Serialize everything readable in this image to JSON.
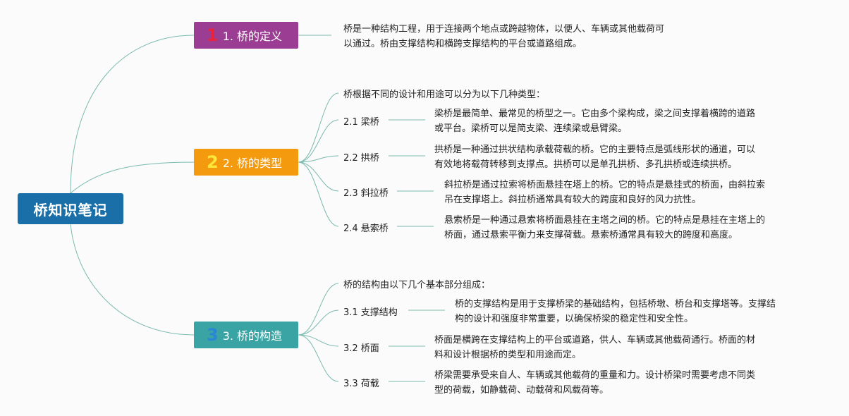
{
  "root": {
    "title": "桥知识笔记"
  },
  "branches": [
    {
      "num": "1",
      "label": "1. 桥的定义",
      "desc_lines": [
        "桥是一种结构工程，用于连接两个地点或跨越物体，以便人、车辆或其他载荷可",
        "以通过。桥由支撑结构和横跨支撑结构的平台或道路组成。"
      ]
    },
    {
      "num": "2",
      "label": "2. 桥的类型",
      "intro": "桥根据不同的设计和用途可以分为以下几种类型：",
      "items": [
        {
          "label": "2.1 梁桥",
          "lines": [
            "梁桥是最简单、最常见的桥型之一。它由多个梁构成，梁之间支撑着横跨的道路",
            "或平台。梁桥可以是简支梁、连续梁或悬臂梁。"
          ]
        },
        {
          "label": "2.2 拱桥",
          "lines": [
            "拱桥是一种通过拱状结构承载荷载的桥。它的主要特点是弧线形状的通道，可以",
            "有效地将载荷转移到支撑点。拱桥可以是单孔拱桥、多孔拱桥或连续拱桥。"
          ]
        },
        {
          "label": "2.3 斜拉桥",
          "lines": [
            "斜拉桥是通过拉索将桥面悬挂在塔上的桥。它的特点是悬挂式的桥面，由斜拉索",
            "吊在支撑塔上。斜拉桥通常具有较大的跨度和良好的风力抗性。"
          ]
        },
        {
          "label": "2.4 悬索桥",
          "lines": [
            "悬索桥是一种通过悬索将桥面悬挂在主塔之间的桥。它的特点是悬挂在主塔上的",
            "桥面，通过悬索平衡力来支撑荷载。悬索桥通常具有较大的跨度和高度。"
          ]
        }
      ]
    },
    {
      "num": "3",
      "label": "3. 桥的构造",
      "intro": "桥的结构由以下几个基本部分组成：",
      "items": [
        {
          "label": "3.1 支撑结构",
          "lines": [
            "桥的支撑结构是用于支撑桥梁的基础结构，包括桥墩、桥台和支撑塔等。支撑结",
            "构的设计和强度非常重要，以确保桥梁的稳定性和安全性。"
          ]
        },
        {
          "label": "3.2 桥面",
          "lines": [
            "桥面是横跨在支撑结构上的平台或道路，供人、车辆或其他载荷通行。桥面的材",
            "料和设计根据桥的类型和用途而定。"
          ]
        },
        {
          "label": "3.3 荷载",
          "lines": [
            "桥梁需要承受来自人、车辆或其他载荷的重量和力。设计桥梁时需要考虑不同类",
            "型的荷载，如静载荷、动载荷和风载荷等。"
          ]
        }
      ]
    }
  ],
  "colors": {
    "root": "#1a6fa8",
    "b1": "#9b3e93",
    "b2": "#f39a0f",
    "b3": "#3aa4a4",
    "link": "#6fb6ad"
  }
}
